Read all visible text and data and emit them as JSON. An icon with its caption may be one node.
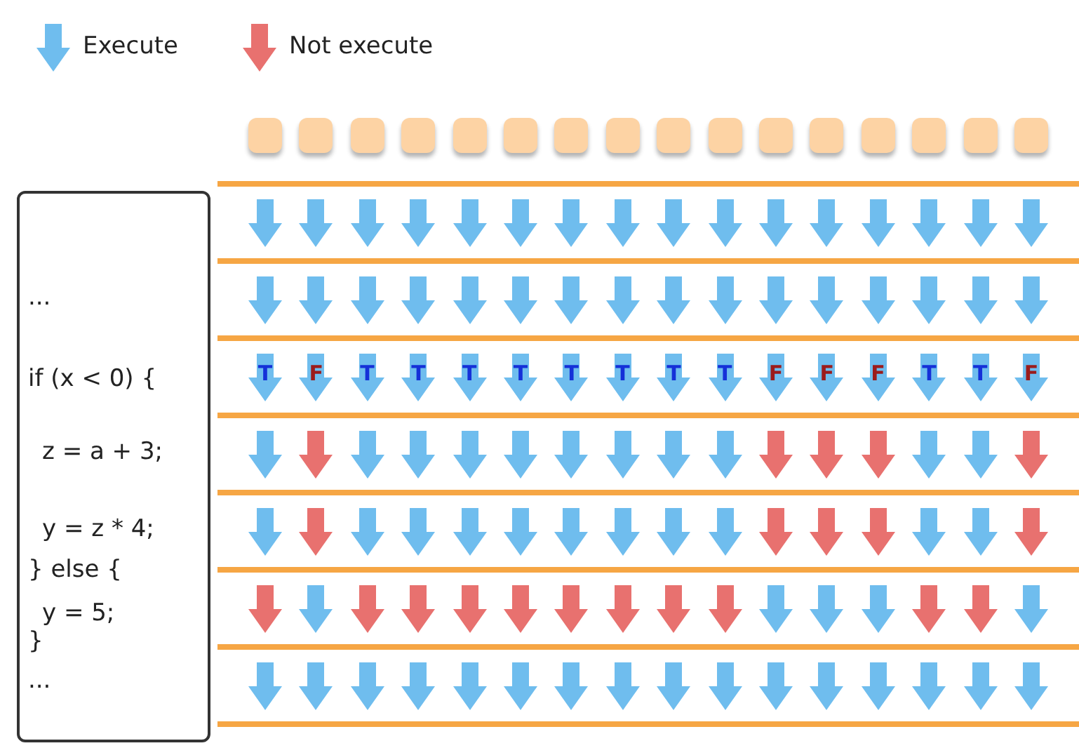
{
  "diagram": {
    "labels": [
      "...",
      "if (x < 0) {",
      "z = a + 3;",
      "y = z * 4;",
      "} else {",
      "y = 5;",
      "}",
      "...",
      "T",
      "F",
      "T",
      "T",
      "T",
      "T",
      "T",
      "T",
      "T",
      "T",
      "F",
      "F",
      "F",
      "T",
      "T",
      "F"
    ],
    "legend": [
      {
        "text": "Execute",
        "color": "#6fbdee"
      },
      {
        "text": "Not execute",
        "color": "#e8716f"
      }
    ]
  }
}
